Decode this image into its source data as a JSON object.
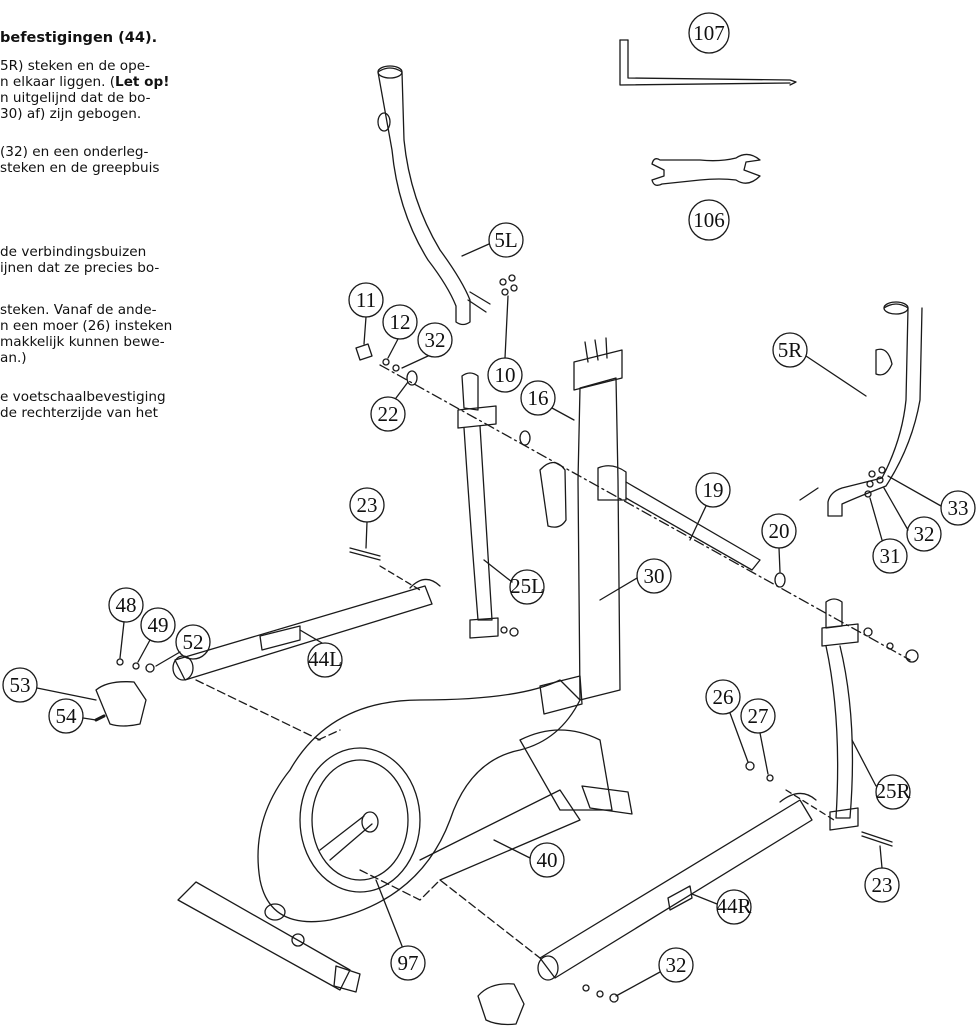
{
  "instructions": {
    "heading": "befestigingen (44).",
    "step1": {
      "line1": "5R) steken en de ope-",
      "line2a": "n elkaar liggen. (",
      "line2b": "Let op!",
      "line3": "n uitgelijnd dat de bo-",
      "line4": "30) af) zijn gebogen."
    },
    "step2": {
      "line1": "(32) en een onderleg-",
      "line2": " steken en  de  greepbuis"
    },
    "step3": {
      "line1": " de  verbindingsbuizen",
      "line2": "ijnen dat ze precies bo-"
    },
    "step4": {
      "line1": " steken. Vanaf de ande-",
      "line2": "n een moer (26) insteken",
      "line3": "makkelijk kunnen bewe-",
      "line4": "an.)"
    },
    "step5": {
      "line1": "e voetschaalbevestiging",
      "line2": " de rechterzijde van het"
    }
  },
  "callouts": {
    "c107": "107",
    "c106": "106",
    "c5L": "5L",
    "c5R": "5R",
    "c11": "11",
    "c12": "12",
    "c32a": "32",
    "c10": "10",
    "c22": "22",
    "c16": "16",
    "c19": "19",
    "c33": "33",
    "c32b": "32",
    "c31": "31",
    "c20": "20",
    "c23a": "23",
    "c25L": "25L",
    "c30": "30",
    "c48": "48",
    "c49": "49",
    "c52": "52",
    "c44L": "44L",
    "c53": "53",
    "c54": "54",
    "c26": "26",
    "c27": "27",
    "c25R": "25R",
    "c40": "40",
    "c44R": "44R",
    "c23b": "23",
    "c97": "97",
    "c32c": "32"
  }
}
